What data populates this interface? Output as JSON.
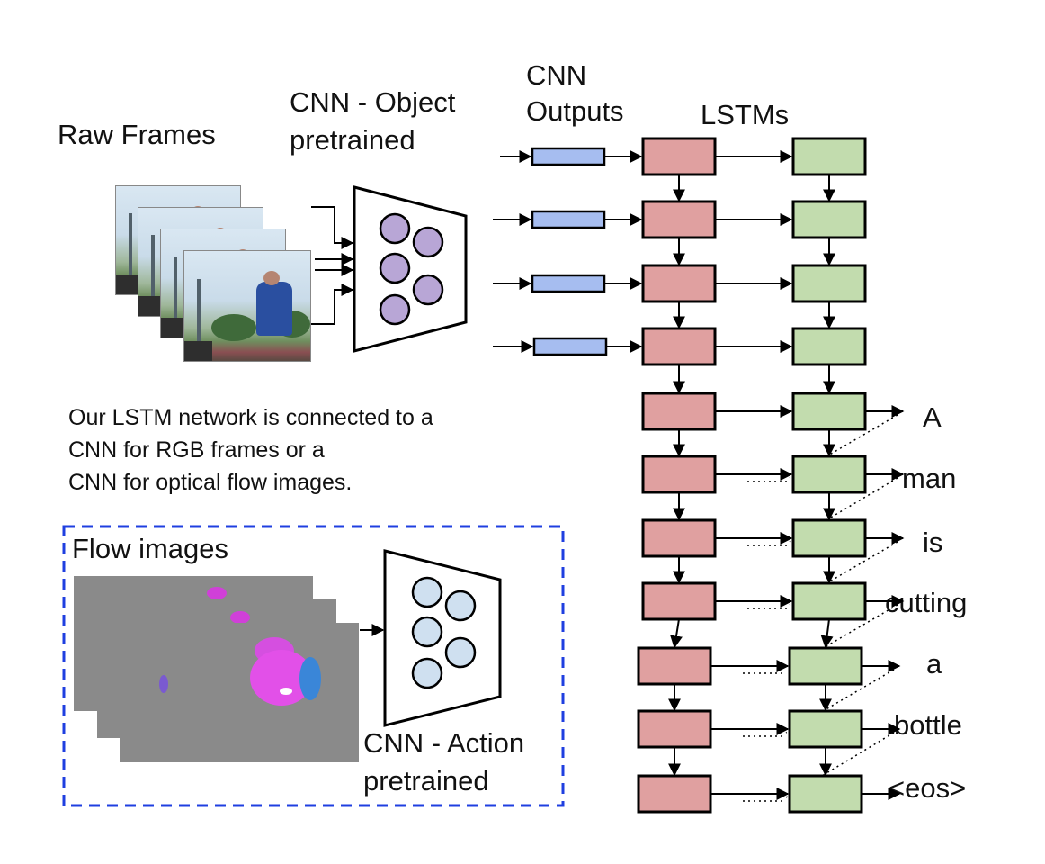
{
  "labels": {
    "raw_frames": "Raw Frames",
    "cnn_object_line1": "CNN - Object",
    "cnn_object_line2": "pretrained",
    "cnn_outputs_line1": "CNN",
    "cnn_outputs_line2": "Outputs",
    "lstms": "LSTMs",
    "flow_images": "Flow images",
    "cnn_action_line1": "CNN - Action",
    "cnn_action_line2": "pretrained"
  },
  "description": [
    "Our LSTM network is connected to a",
    "CNN for RGB frames or a",
    "CNN for optical flow images."
  ],
  "output_words": [
    "A",
    "man",
    "is",
    "cutting",
    "a",
    "bottle",
    "<eos>"
  ],
  "colors": {
    "lstm1_fill": "#e0a0a0",
    "lstm2_fill": "#c2dcae",
    "cnn_output_fill": "#a6bdf0",
    "object_neuron_fill": "#b8a6d6",
    "action_neuron_fill": "#cfe0f0",
    "flow_box_border": "#1f3fe0"
  }
}
